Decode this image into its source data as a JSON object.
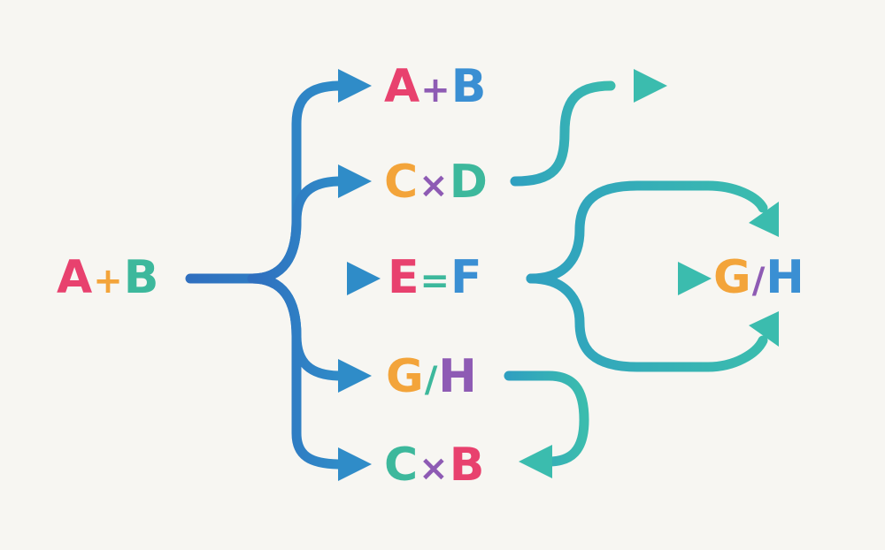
{
  "colors": {
    "background": "#f7f6f2",
    "blue": "#2f7fc1",
    "teal": "#36aeb2",
    "pink": "#e8416e",
    "orange": "#f3a43a",
    "green": "#3db89c",
    "purple": "#8e5bb4",
    "sky": "#3a8fd3"
  },
  "nodes": {
    "source": {
      "parts": [
        "A",
        "+",
        "B"
      ],
      "colors": [
        "#e8416e",
        "#f3a43a",
        "#3db89c"
      ]
    },
    "n1": {
      "parts": [
        "A",
        "+",
        "B"
      ],
      "colors": [
        "#e8416e",
        "#8e5bb4",
        "#3a8fd3"
      ]
    },
    "n2": {
      "parts": [
        "C",
        "×",
        "D"
      ],
      "colors": [
        "#f3a43a",
        "#8e5bb4",
        "#3db89c"
      ]
    },
    "n3": {
      "parts": [
        "E",
        "=",
        "F"
      ],
      "colors": [
        "#e8416e",
        "#3db89c",
        "#3a8fd3"
      ]
    },
    "n4": {
      "parts": [
        "G",
        "/",
        "H"
      ],
      "colors": [
        "#f3a43a",
        "#3db89c",
        "#8e5bb4"
      ]
    },
    "n5": {
      "parts": [
        "C",
        "×",
        "B"
      ],
      "colors": [
        "#3db89c",
        "#8e5bb4",
        "#e8416e"
      ]
    },
    "result": {
      "parts": [
        "G",
        "/",
        "H"
      ],
      "colors": [
        "#f3a43a",
        "#8e5bb4",
        "#3a8fd3"
      ]
    }
  }
}
